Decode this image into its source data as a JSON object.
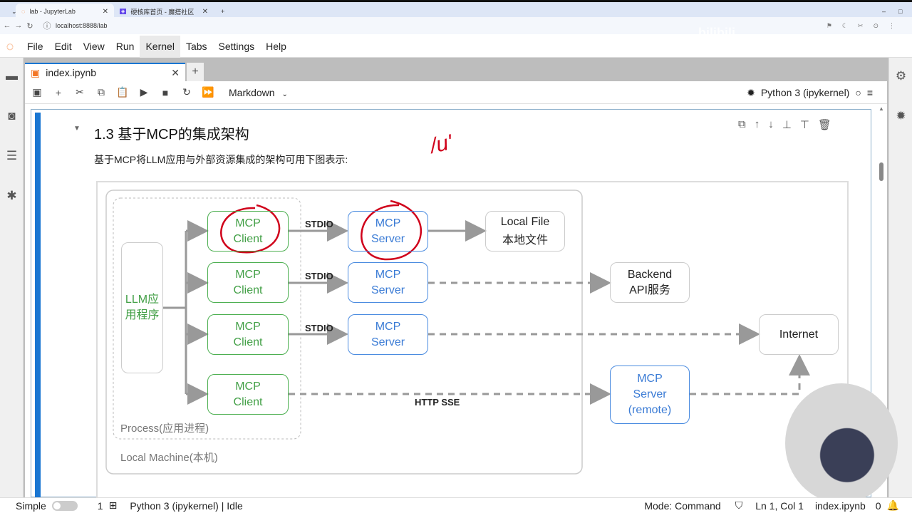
{
  "browser": {
    "tabs": [
      {
        "title": "lab - JupyterLab",
        "active": true
      },
      {
        "title": "硬核库首页 - 魔搭社区",
        "active": false
      }
    ],
    "new_tab": "+",
    "url": "localhost:8888/lab",
    "window_controls": [
      "–",
      "□",
      "✕"
    ]
  },
  "menu": {
    "items": [
      "File",
      "Edit",
      "View",
      "Run",
      "Kernel",
      "Tabs",
      "Settings",
      "Help"
    ]
  },
  "document_tab": {
    "title": "index.ipynb",
    "close": "✕",
    "new": "+"
  },
  "toolbar": {
    "cell_type": "Markdown",
    "kernel_name": "Python 3 (ipykernel)"
  },
  "cell": {
    "heading": "1.3 基于MCP的集成架构",
    "description": "基于MCP将LLM应用与外部资源集成的架构可用下图表示:",
    "annotation": "/u'"
  },
  "diagram": {
    "llm_app": "LLM应用程序",
    "process_label": "Process(应用进程)",
    "machine_label": "Local Machine(本机)",
    "clients": [
      {
        "line1": "MCP",
        "line2": "Client"
      },
      {
        "line1": "MCP",
        "line2": "Client"
      },
      {
        "line1": "MCP",
        "line2": "Client"
      },
      {
        "line1": "MCP",
        "line2": "Client"
      }
    ],
    "servers": [
      {
        "line1": "MCP",
        "line2": "Server"
      },
      {
        "line1": "MCP",
        "line2": "Server"
      },
      {
        "line1": "MCP",
        "line2": "Server"
      }
    ],
    "remote_server": {
      "line1": "MCP",
      "line2": "Server",
      "line3": "(remote)"
    },
    "transport_labels": [
      "STDIO",
      "STDIO",
      "STDIO",
      "HTTP SSE"
    ],
    "local_file": {
      "line1": "Local File",
      "line2": "本地文件"
    },
    "backend": {
      "line1": "Backend",
      "line2": "API服务"
    },
    "internet": "Internet"
  },
  "status": {
    "mode_toggle": "Simple",
    "terminals": "1",
    "kernel_status": "Python 3 (ipykernel) | Idle",
    "mode": "Mode: Command",
    "cursor": "Ln 1, Col 1",
    "file": "index.ipynb",
    "notifications": "0"
  },
  "colors": {
    "accent": "#1976d2",
    "client_green": "#43a047",
    "server_blue": "#3a7bd5",
    "annotation_red": "#d0021b"
  }
}
